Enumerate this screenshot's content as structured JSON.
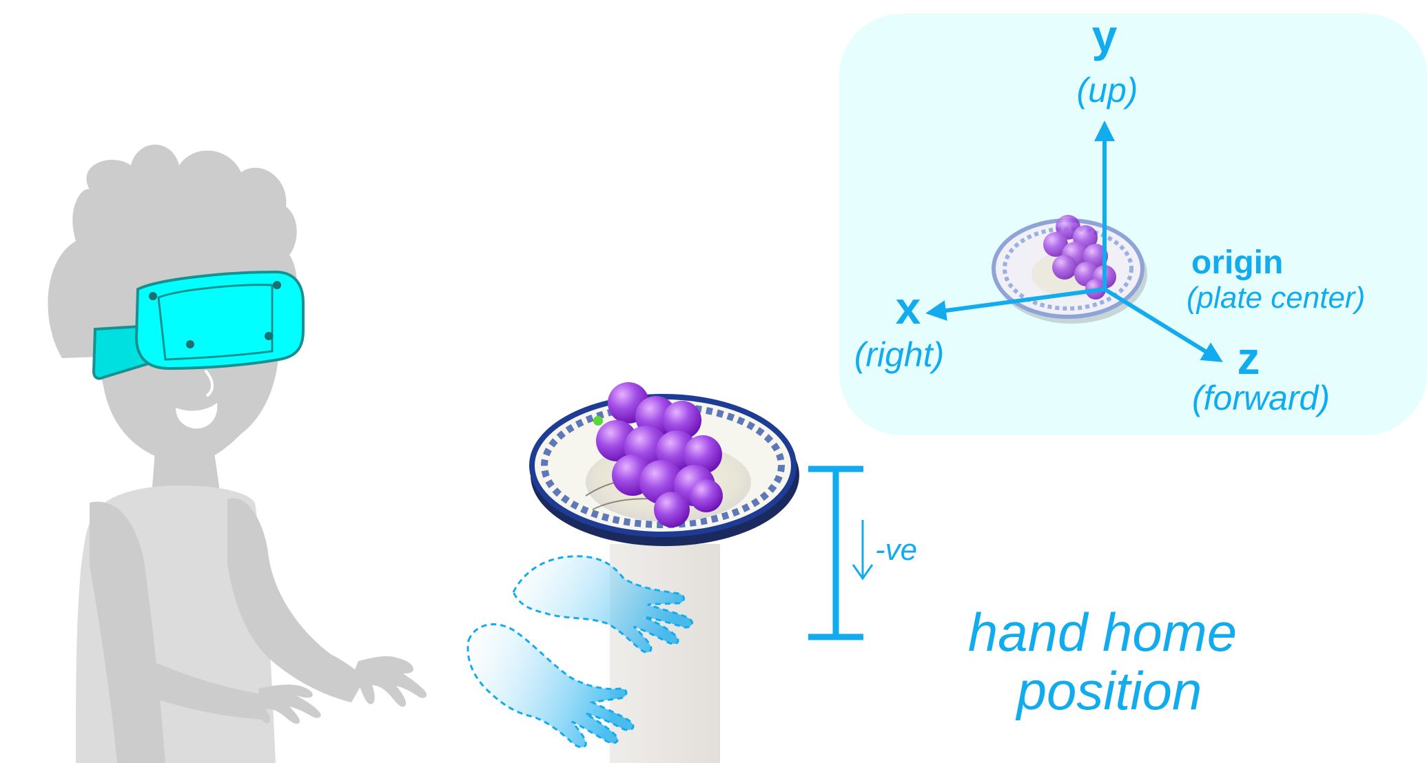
{
  "colors": {
    "accent": "#12ABEE",
    "headset": "#00FFFF",
    "panel_bg": "#E6FEFD",
    "person": "#CCCCCC",
    "grape": "#A24DE6",
    "plate_rim": "#1F3C94"
  },
  "axes": {
    "y": {
      "letter": "y",
      "label": "(up)"
    },
    "x": {
      "letter": "x",
      "label": "(right)"
    },
    "z": {
      "letter": "z",
      "label": "(forward)"
    },
    "origin": {
      "title": "origin",
      "label": "(plate center)"
    }
  },
  "offset_label": "-ve",
  "caption": {
    "line1": "hand home",
    "line2": "position"
  }
}
